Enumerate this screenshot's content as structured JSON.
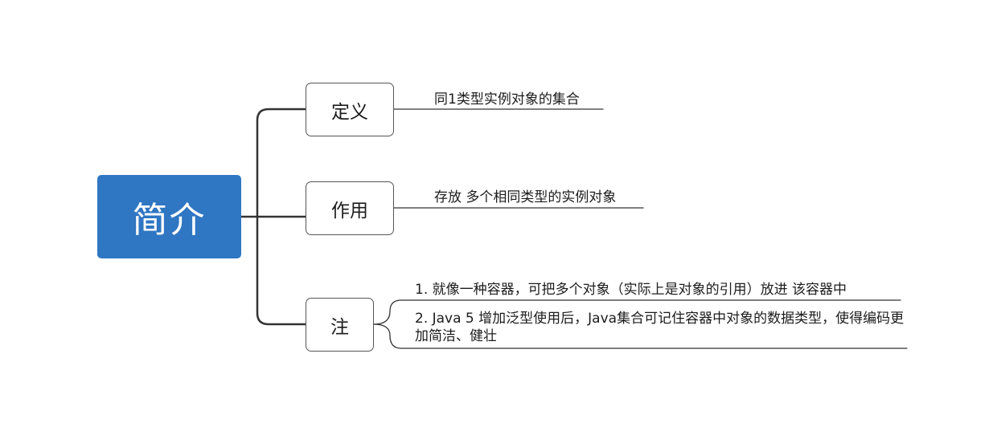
{
  "root": {
    "label": "简介"
  },
  "topics": [
    {
      "label": "定义",
      "details": [
        "同1类型实例对象的集合"
      ]
    },
    {
      "label": "作用",
      "details": [
        "存放 多个相同类型的实例对象"
      ]
    },
    {
      "label": "注",
      "details": [
        "1.  就像一种容器，可把多个对象（实际上是对象的引用）放进 该容器中",
        "2. Java 5 增加泛型使用后，Java集合可记住容器中对象的数据类型，使得编码更加简洁、健壮"
      ]
    }
  ],
  "colors": {
    "root_fill": "#2f76c3",
    "connector": "#333333"
  }
}
